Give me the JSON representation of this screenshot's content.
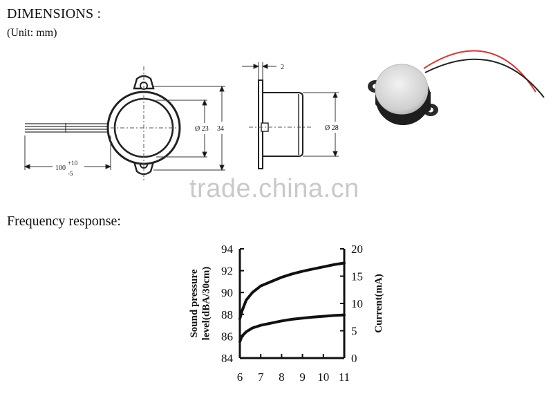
{
  "header": {
    "title": "DIMENSIONS :",
    "unit": "(Unit: mm)"
  },
  "drawing": {
    "length_label": "100",
    "length_tol_plus": "+10",
    "length_tol_minus": "-5",
    "inner_diameter": "Ø 23",
    "height": "34",
    "thickness": "2",
    "outer_diameter": "Ø 28"
  },
  "watermark": "trade.china.cn",
  "frequency": {
    "title": "Frequency response:"
  },
  "chart_data": {
    "type": "line",
    "xlabel": "",
    "ylabel": "Sound pressure level(dBA/30cm)",
    "y2label": "Current(mA)",
    "xlim": [
      6,
      11
    ],
    "ylim": [
      84,
      94
    ],
    "y2lim": [
      0,
      20
    ],
    "x_ticks": [
      "6",
      "7",
      "8",
      "9",
      "10",
      "11"
    ],
    "y_ticks": [
      "94",
      "92",
      "90",
      "88",
      "86",
      "84"
    ],
    "y2_ticks": [
      "20",
      "15",
      "10",
      "5",
      "0"
    ],
    "series": [
      {
        "axis": "left",
        "x": [
          6.0,
          6.1,
          6.3,
          6.6,
          7.0,
          7.5,
          8.0,
          8.5,
          9.0,
          9.5,
          10.0,
          10.5,
          11.0
        ],
        "y": [
          87.6,
          88.3,
          89.3,
          90.0,
          90.6,
          91.0,
          91.4,
          91.7,
          91.95,
          92.15,
          92.35,
          92.55,
          92.7
        ]
      },
      {
        "axis": "right",
        "x": [
          6.0,
          6.1,
          6.3,
          6.6,
          7.0,
          7.5,
          8.0,
          8.5,
          9.0,
          9.5,
          10.0,
          10.5,
          11.0
        ],
        "y": [
          3.0,
          4.0,
          4.8,
          5.5,
          6.0,
          6.4,
          6.8,
          7.1,
          7.3,
          7.5,
          7.65,
          7.8,
          7.9
        ]
      }
    ],
    "grid": false,
    "legend": "none",
    "line_color": "#111111"
  }
}
